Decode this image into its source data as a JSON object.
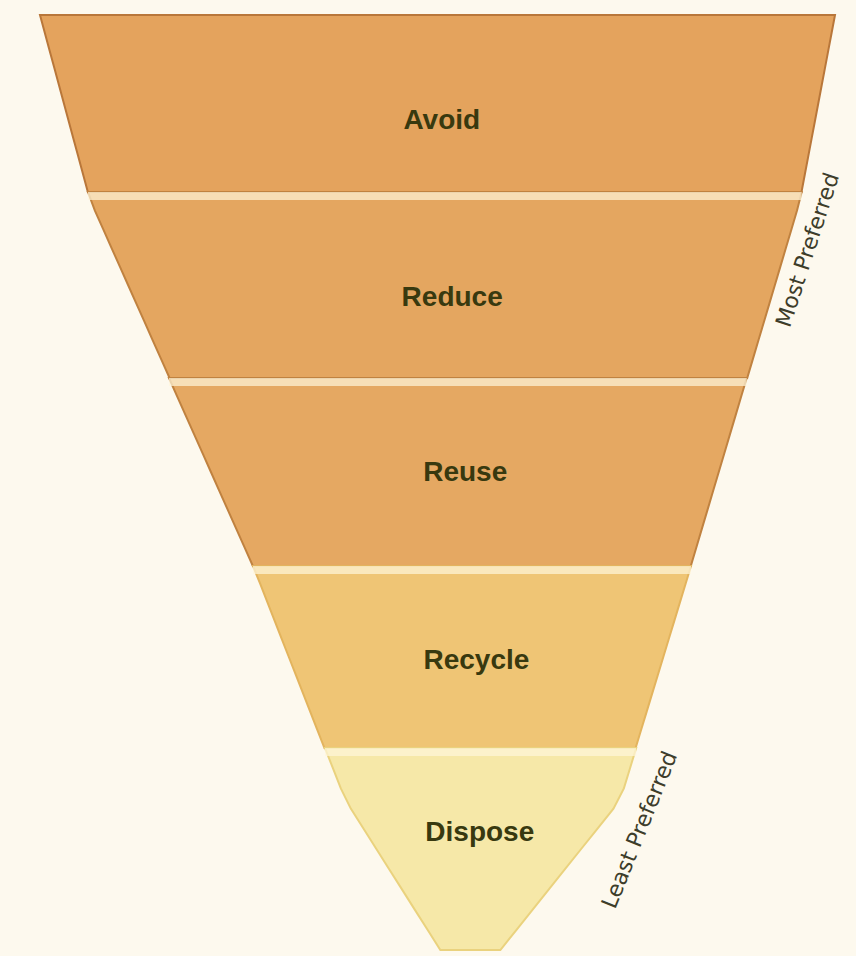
{
  "diagram": {
    "nodes": [
      {
        "text": [
          "Avoid"
        ]
      },
      {
        "text": [
          "Reduce"
        ]
      },
      {
        "text": [
          "Reuse"
        ]
      },
      {
        "text": [
          "Recycle"
        ]
      },
      {
        "text": [
          "Dispose"
        ]
      }
    ],
    "labels": [
      "Most Preferred",
      "Least Preferred"
    ]
  }
}
